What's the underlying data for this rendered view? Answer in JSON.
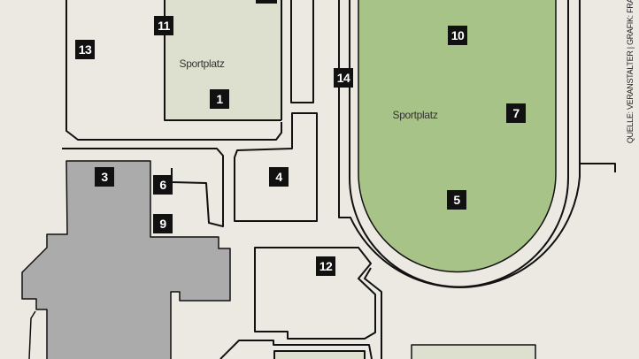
{
  "map": {
    "colors": {
      "background": "#ece8e2",
      "field_light": "#dde0cf",
      "field_green": "#a8c388",
      "building": "#ababab",
      "outline": "#111111",
      "marker": "#111111"
    },
    "area_labels": {
      "sportplatz_small": "Sportplatz",
      "sportplatz_large": "Sportplatz"
    },
    "markers": {
      "m1": "1",
      "m3": "3",
      "m4": "4",
      "m5": "5",
      "m6": "6",
      "m7": "7",
      "m9": "9",
      "m10": "10",
      "m11": "11",
      "m12": "12",
      "m13": "13",
      "m14": "14"
    },
    "credit": "QUELLE: VERANSTALTER | GRAFIK: FRA"
  }
}
